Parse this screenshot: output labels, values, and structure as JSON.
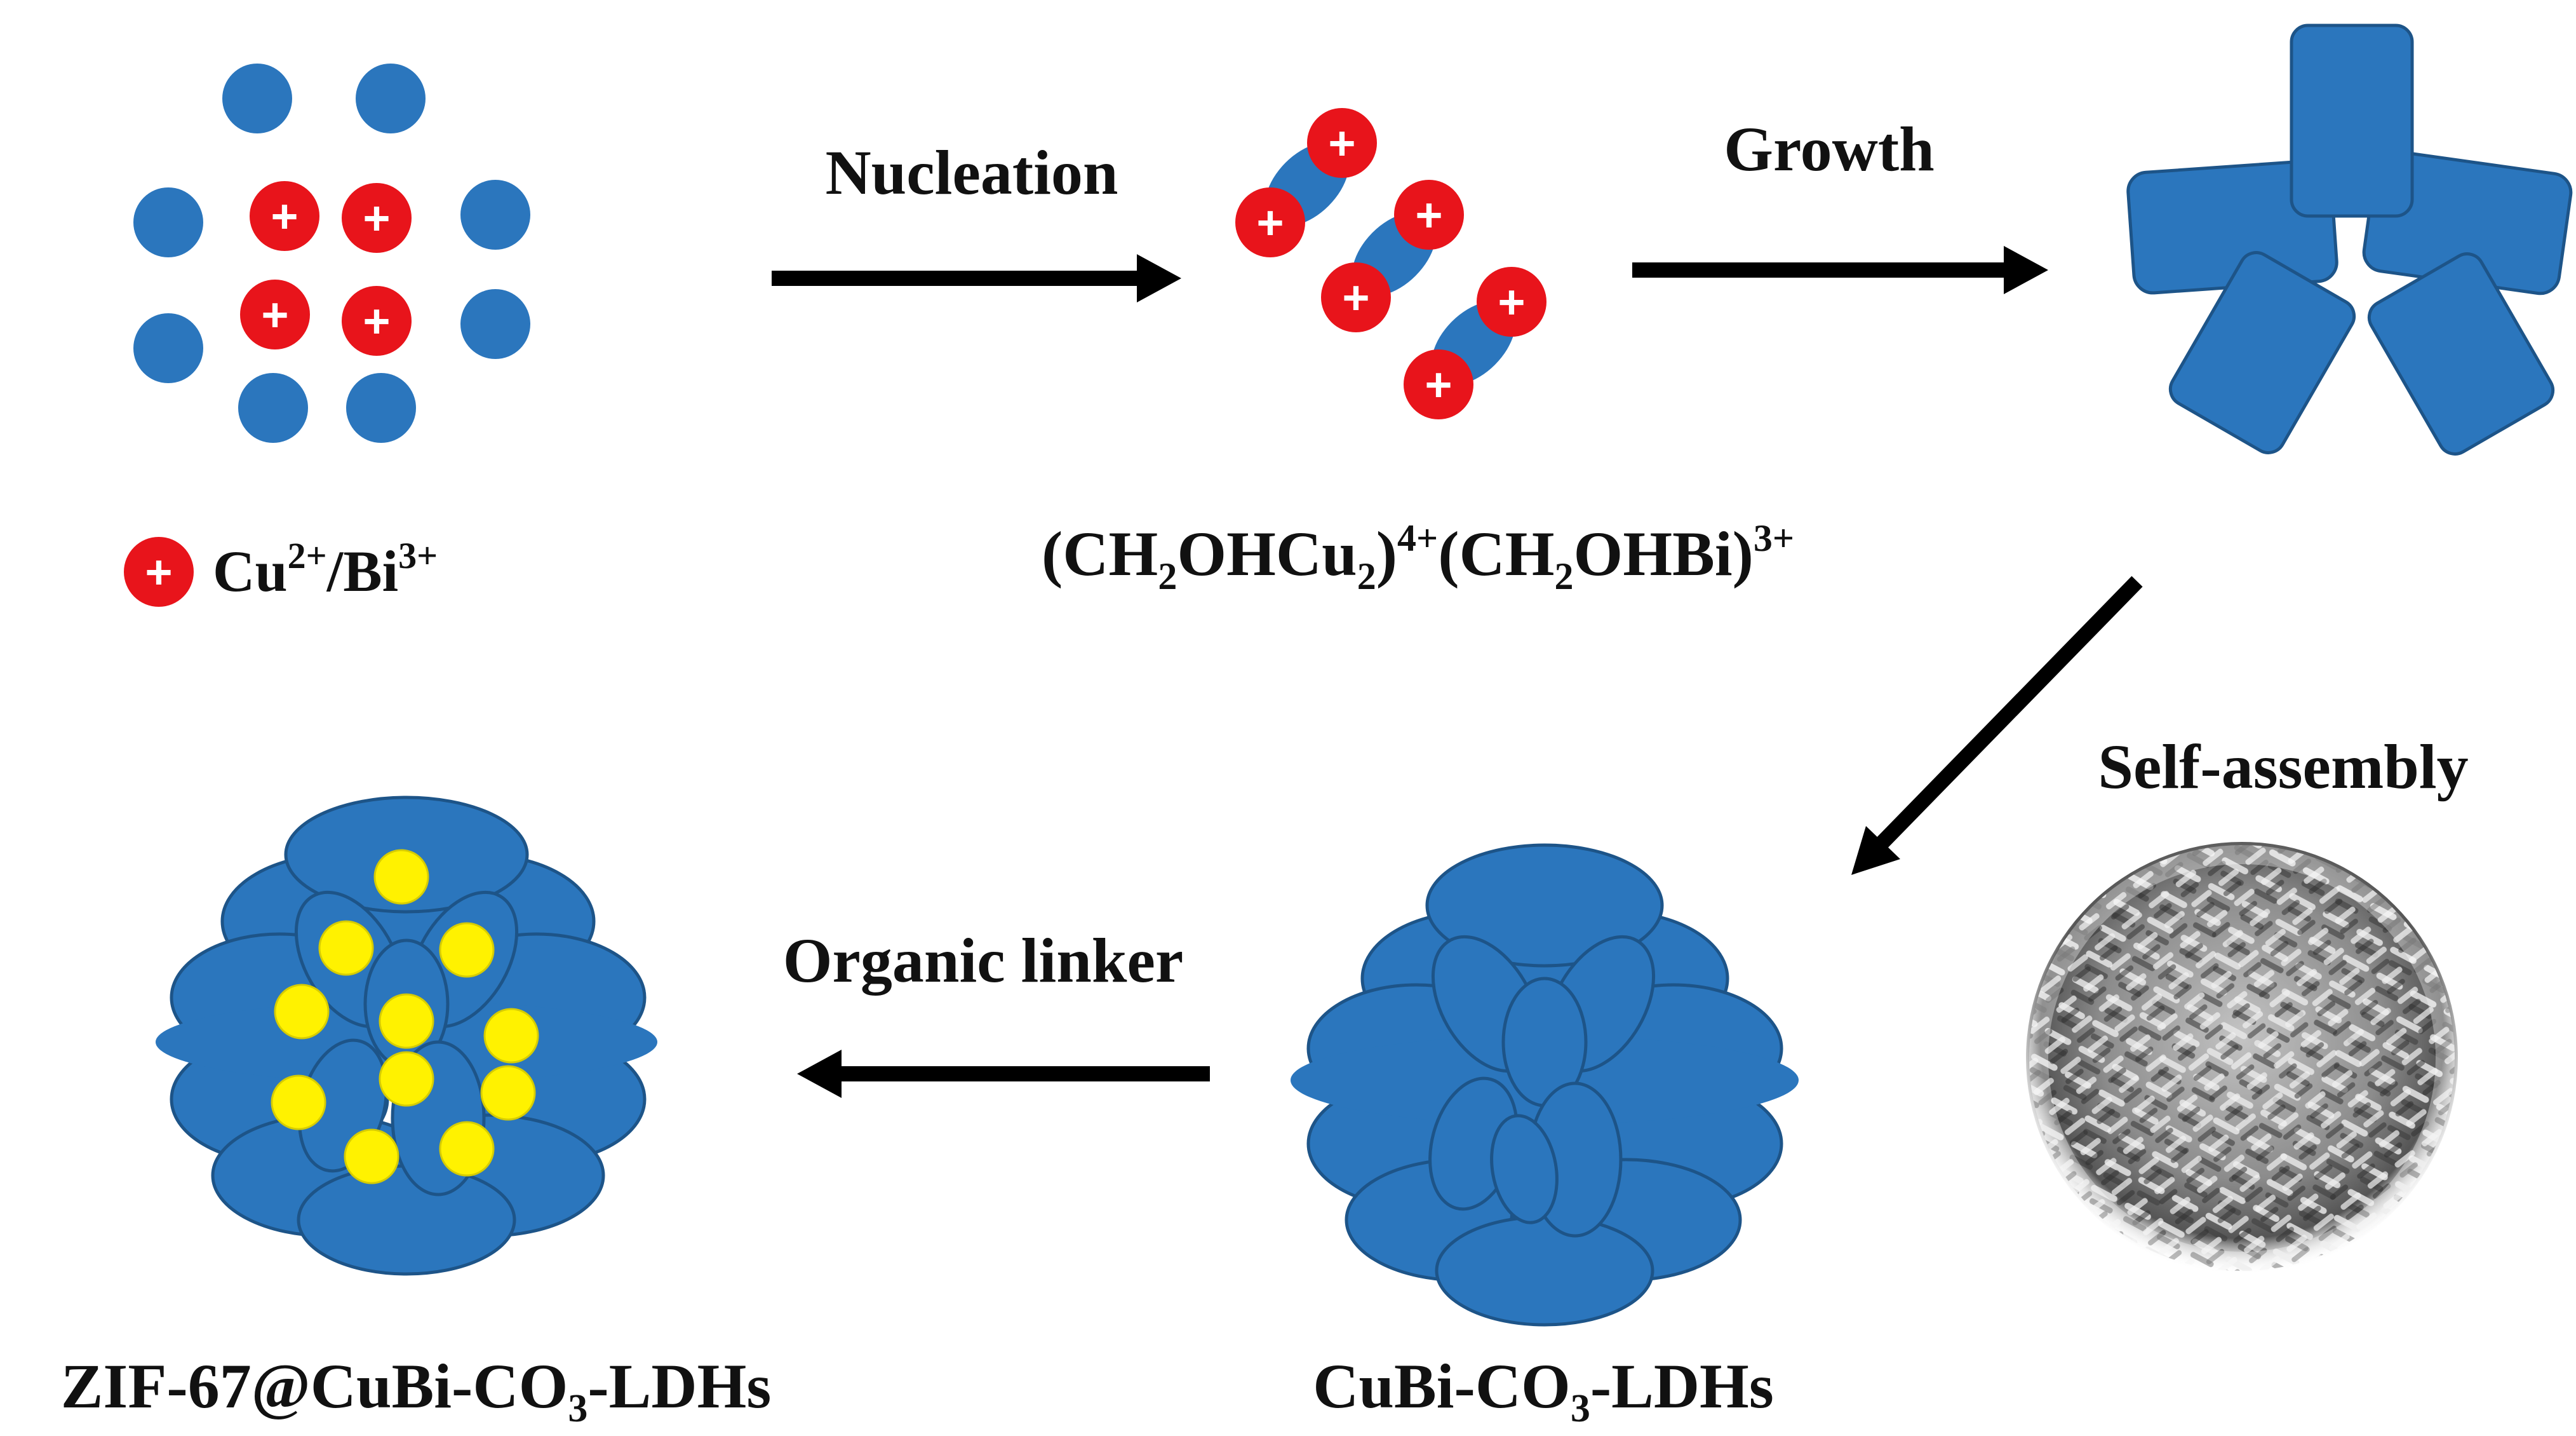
{
  "labels": {
    "nucleation": "Nucleation",
    "growth": "Growth",
    "self_assembly": "Self-assembly",
    "organic_linker": "Organic linker",
    "ion_plus": "+",
    "ion_legend": {
      "cu": "Cu",
      "cu_charge": "2+",
      "slash": "/",
      "bi": "Bi",
      "bi_charge": "3+"
    },
    "complex_formula": {
      "p1": "(CH",
      "s1": "2",
      "p2": "OHCu",
      "s2": "2",
      "p3": ")",
      "sup1": "4+",
      "p4": "(CH",
      "s3": "2",
      "p5": "OHBi)",
      "sup2": "3+"
    },
    "cubi_ldh": {
      "p1": "CuBi-CO",
      "sub": "3",
      "p2": "-LDHs"
    },
    "zif_ldh": {
      "p1": "ZIF-67@CuBi-CO",
      "sub": "3",
      "p2": "-LDHs"
    }
  },
  "colors": {
    "blue_ion": "#2b76bd",
    "red_cation": "#e8141b",
    "yellow_linker": "#fff200",
    "arrow": "#000000",
    "text": "#111111"
  }
}
